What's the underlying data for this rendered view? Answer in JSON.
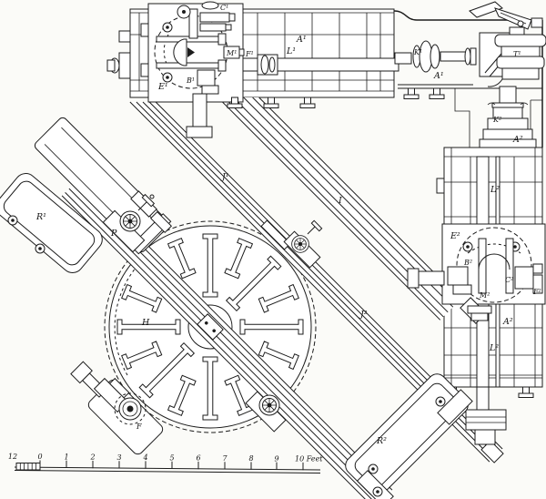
{
  "figure": {
    "kind": "engineering-drawing",
    "description": "Plan view of a large machine tool: two perpendicular beds with geared heads, diagonal connecting beams, and a circular work table with sixteen radial T-slots",
    "ink_color": "#1c1c1c",
    "paper_color": "#fbfbf8",
    "table_slot_count": 16
  },
  "labels": {
    "a1_bed": "A¹",
    "l1": "L¹",
    "f1": "F¹",
    "c1": "C¹",
    "m1": "M¹",
    "b1": "B¹",
    "e1": "E¹",
    "k1": "K¹",
    "t1": "T¹",
    "a1_corner": "A¹",
    "k2": "K²",
    "a2_upper": "A²",
    "l2_upper": "L²",
    "e2": "E²",
    "b2": "B²",
    "c2": "C²",
    "m2": "M²",
    "f2": "F²",
    "a2_lower": "A²",
    "l2_lower": "L²",
    "j1": "J¹",
    "i": "I",
    "j2": "J²",
    "r1": "R¹",
    "r2": "R²",
    "p": "P",
    "f": "F",
    "h": "H"
  },
  "scale_bar": {
    "ticks": [
      "12",
      "0",
      "1",
      "2",
      "3",
      "4",
      "5",
      "6",
      "7",
      "8",
      "9"
    ],
    "end_label": "10 Feet"
  }
}
